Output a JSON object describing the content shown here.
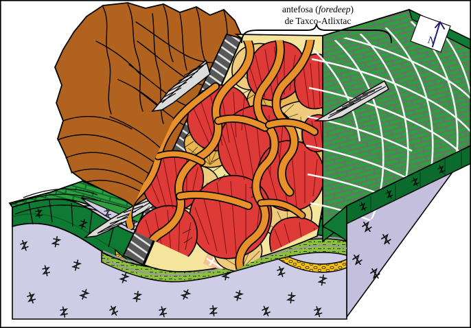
{
  "figure": {
    "type": "geologic-block-diagram",
    "title_lines": [
      {
        "pre": "antefosa (",
        "italic": "foredeep",
        "post": ")"
      },
      {
        "text": "de Taxco-Atlixtac"
      }
    ],
    "annotations": {
      "basin_label_line1_plain_pre": "antefosa (",
      "basin_label_line1_italic": "foredeep",
      "basin_label_line1_plain_post": ")",
      "basin_label_line2": "de Taxco-Atlixtac",
      "north_arrow_letter": "N"
    },
    "legend_units": [
      {
        "name": "uplifted-hinterland-highlands",
        "color": "#B0621E",
        "description": "brown eroded mountain terrain"
      },
      {
        "name": "foredeep-basin-plain",
        "color": "#F5E49B",
        "description": "pale yellow alluvial plain"
      },
      {
        "name": "alluvial-fan-lobes-proximal",
        "color": "#DE3A38",
        "description": "red coarse fan lobes"
      },
      {
        "name": "alluvial-fan-lobes-distal",
        "color": "#E8B550",
        "description": "tan/ochre distal fans"
      },
      {
        "name": "fluvial-channels",
        "color": "#E8912A",
        "description": "orange sinuous river channels"
      },
      {
        "name": "braided-channel-belt",
        "color": "#F6C496",
        "description": "pale peach braided channel"
      },
      {
        "name": "carbonate-platform-limestone",
        "color": "#2E9E3E",
        "description": "green brick-pattern limestone"
      },
      {
        "name": "folded-basement-schist",
        "color": "#0E7A33",
        "description": "dark green folded basement"
      },
      {
        "name": "metamorphic-basement",
        "color": "#CFCCE5",
        "description": "lavender schist with z-symbols"
      },
      {
        "name": "conglomerate-lens",
        "color": "#F0C020",
        "description": "gold conglomerate lens"
      },
      {
        "name": "stratified-sandstone",
        "color": "#8DBF3C",
        "description": "olive stratified sandstone"
      },
      {
        "name": "thrust-fault-zone",
        "color": "#585858",
        "description": "gray hatched thrust / shear zone"
      },
      {
        "name": "thrust-transport-arrow",
        "color": "#D8D8D8",
        "description": "white barbed transport arrow"
      }
    ],
    "colors": {
      "brown": "#B0621E",
      "brown_dark": "#9A5318",
      "yellow_plain": "#F5E49B",
      "red_fan": "#DE3A38",
      "red_fan_dark": "#C92B2B",
      "tan_fan": "#E8B550",
      "tan_fan_light": "#EFCB7E",
      "orange_channel": "#E8912A",
      "peach_braid": "#F6C496",
      "green_brick": "#2E9E3E",
      "green_brick_dark": "#1A8033",
      "green_deep": "#0E7A33",
      "green_deepest": "#0A6B2C",
      "lavender": "#CFCCE5",
      "lavender_shade": "#C3BFDC",
      "gold_congl": "#F0C020",
      "olive_sand": "#8DBF3C",
      "fault_gray": "#585858",
      "outline": "#000000"
    }
  }
}
